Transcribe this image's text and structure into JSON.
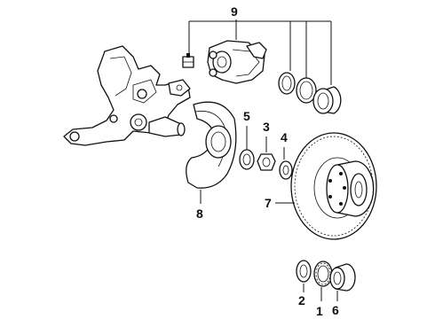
{
  "callouts": {
    "c9": "9",
    "c5": "5",
    "c3": "3",
    "c4": "4",
    "c7": "7",
    "c8": "8",
    "c2": "2",
    "c1": "1",
    "c6": "6"
  }
}
